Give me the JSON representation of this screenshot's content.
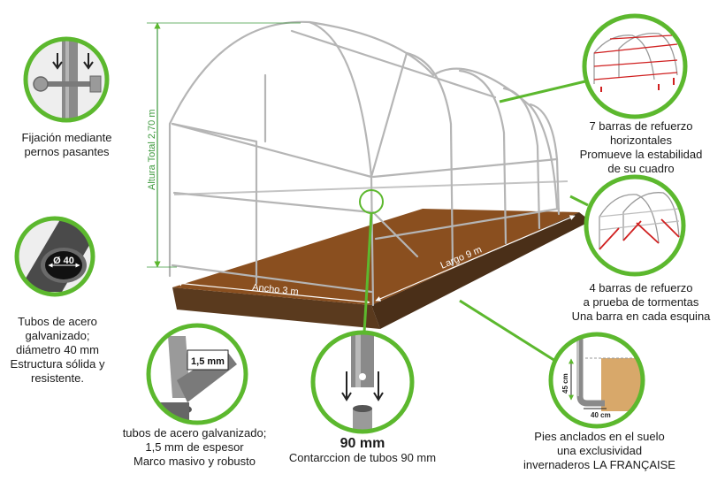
{
  "colors": {
    "accent_green": "#5cb82e",
    "soil": "#8a4f1f",
    "soil_dark": "#5a3a1e",
    "frame": "#b8b8b8",
    "reinforcement_red": "#d02020"
  },
  "dimensions": {
    "height": "Altura Total 2,70 m",
    "width": "Ancho 3 m",
    "length": "Largo 9 m"
  },
  "callouts": {
    "bolts": {
      "icon": "bolt-fixing-icon",
      "lines": [
        "Fijación mediante",
        "pernos pasantes"
      ]
    },
    "tube": {
      "icon": "tube-section-icon",
      "badge": "Ø 40",
      "lines": [
        "Tubos de acero",
        "galvanizado;",
        "diámetro 40 mm",
        "Estructura sólida y",
        "resistente."
      ]
    },
    "thickness": {
      "icon": "caliper-icon",
      "badge": "1,5 mm",
      "lines": [
        "tubos de acero galvanizado;",
        "1,5 mm de espesor",
        "Marco masivo y robusto"
      ]
    },
    "joint": {
      "icon": "tube-joint-icon",
      "title": "90 mm",
      "lines": [
        "Contarccion de tubos 90 mm"
      ]
    },
    "horizontal_bars": {
      "icon": "horizontal-bars-icon",
      "lines": [
        "7 barras de refuerzo",
        "horizontales",
        "Promueve la estabilidad",
        "de su cuadro"
      ]
    },
    "storm_bars": {
      "icon": "storm-bars-icon",
      "lines": [
        "4 barras de refuerzo",
        "a prueba de tormentas",
        "Una barra en cada esquina"
      ]
    },
    "anchors": {
      "icon": "ground-anchor-icon",
      "dim_height": "45 cm",
      "dim_width": "40 cm",
      "lines": [
        "Pies anclados en el suelo",
        "una exclusividad",
        "invernaderos LA FRANÇAISE"
      ]
    }
  }
}
